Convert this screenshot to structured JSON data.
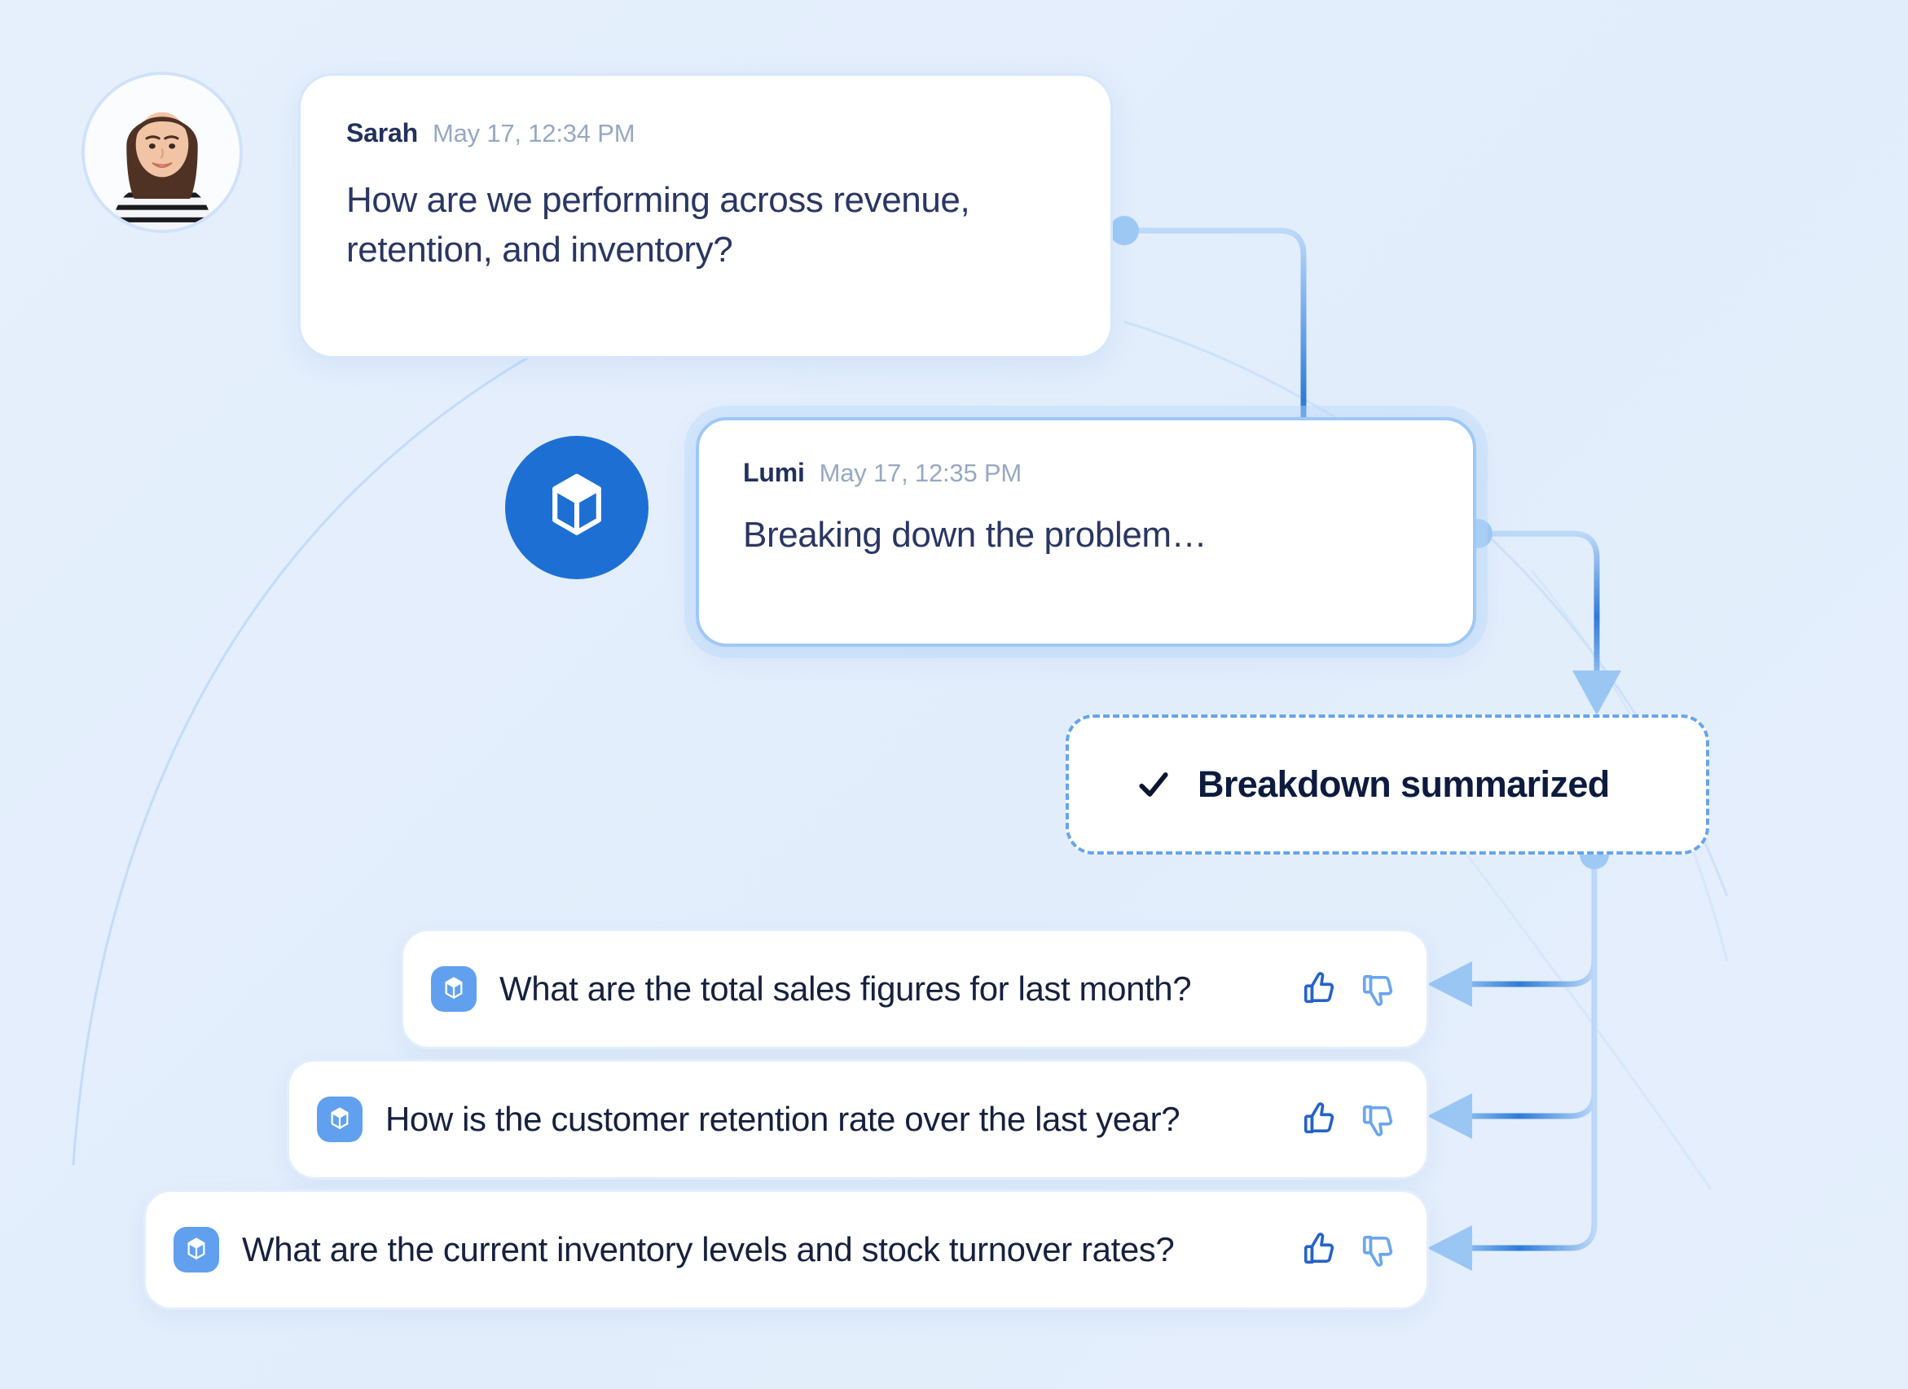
{
  "canvas": {
    "background_color": "#e4effc",
    "accent_color": "#1d6fd4",
    "connector_color": "#8cbcf2",
    "text_color": "#2a3663",
    "muted_text_color": "#97a8c4"
  },
  "avatar": {
    "name": "avatar",
    "alt": "Sarah profile photo"
  },
  "messages": [
    {
      "author": "Sarah",
      "timestamp": "May 17, 12:34 PM",
      "body": "How are we performing across revenue, retention, and inventory?",
      "icon": "user-avatar"
    },
    {
      "author": "Lumi",
      "timestamp": "May 17, 12:35 PM",
      "body": "Breaking down the problem…",
      "icon": "lumi-cube-logo"
    }
  ],
  "status_badge": {
    "icon": "check-icon",
    "label": "Breakdown summarized"
  },
  "suggestions": {
    "icon": "cube-icon",
    "thumbs_up_icon": "thumbs-up-icon",
    "thumbs_down_icon": "thumbs-down-icon",
    "items": [
      {
        "text": "What are the total sales figures for last month?"
      },
      {
        "text": "How is the customer retention rate over the last year?"
      },
      {
        "text": "What are the current inventory levels and stock turnover rates?"
      }
    ]
  }
}
